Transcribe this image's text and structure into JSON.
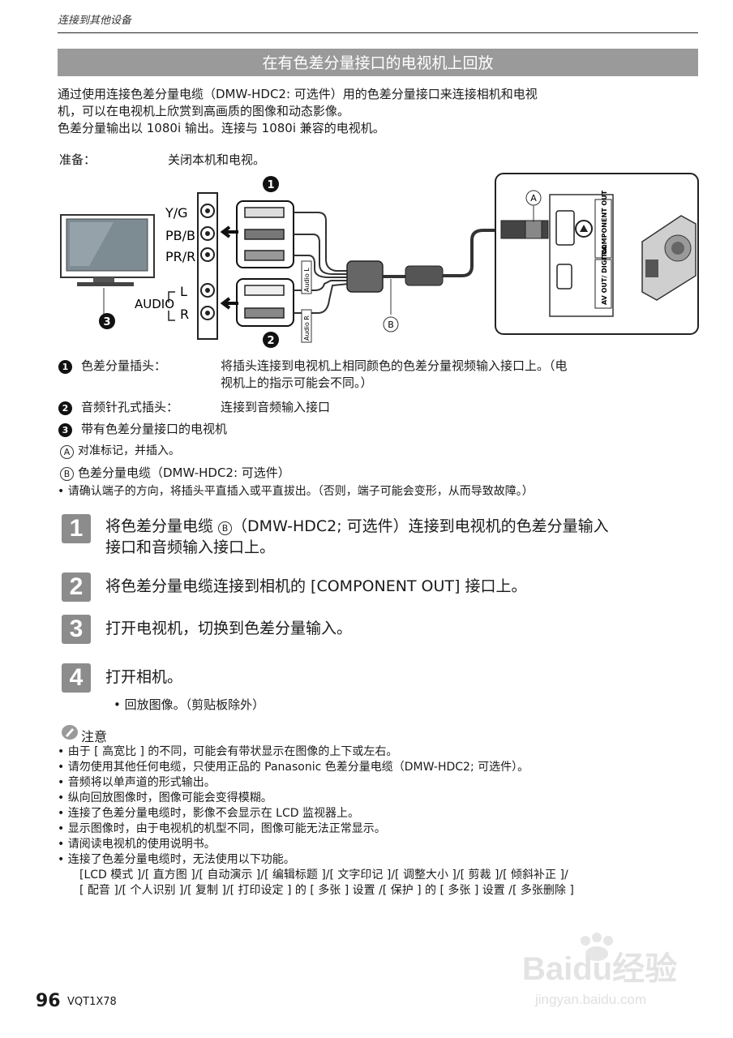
{
  "header": {
    "section": "连接到其他设备"
  },
  "banner": {
    "title": "在有色差分量接口的电视机上回放"
  },
  "intro": {
    "line1": "通过使用连接色差分量电缆（DMW-HDC2: 可选件）用的色差分量接口来连接相机和电视",
    "line2": "机，可以在电视机上欣赏到高画质的图像和动态影像。",
    "line3": "色差分量输出以 1080i 输出。连接与 1080i 兼容的电视机。"
  },
  "prep": {
    "label": "准备：",
    "text": "关闭本机和电视。"
  },
  "diagram": {
    "labels": {
      "yg": "Y/G",
      "pbb": "PB/B",
      "prr": "PR/R",
      "l": "L",
      "r": "R",
      "audio": "AUDIO",
      "audio_l": "Audio L",
      "audio_r": "Audio R",
      "component_out": "COMPONENT OUT",
      "av_out": "AV OUT/ DIGITAL",
      "n1": "1",
      "n2": "2",
      "n3": "3",
      "a": "A",
      "b": "B"
    }
  },
  "legend": {
    "item1": {
      "num": "1",
      "label": "色差分量插头：",
      "text1": "将插头连接到电视机上相同颜色的色差分量视频输入接口上。（电",
      "text2": "视机上的指示可能会不同。）"
    },
    "item2": {
      "num": "2",
      "label": "音频针孔式插头：",
      "text": "连接到音频输入接口"
    },
    "item3": {
      "num": "3",
      "text": "带有色差分量接口的电视机"
    },
    "itemA": {
      "letter": "A",
      "text": "对准标记，并插入。"
    },
    "itemB": {
      "letter": "B",
      "text": "色差分量电缆（DMW-HDC2: 可选件）"
    },
    "note": "• 请确认端子的方向，将插头平直插入或平直拔出。（否则，端子可能会变形，从而导致故障。）"
  },
  "steps": [
    {
      "num": "1",
      "line1_a": "将色差分量电缆 ",
      "line1_circ": "B",
      "line1_b": "（DMW-HDC2; 可选件）连接到电视机的色差分量输入",
      "line2": "接口和音频输入接口上。"
    },
    {
      "num": "2",
      "text": "将色差分量电缆连接到相机的 [COMPONENT OUT] 接口上。"
    },
    {
      "num": "3",
      "text": "打开电视机，切换到色差分量输入。"
    },
    {
      "num": "4",
      "text": "打开相机。",
      "sub": "• 回放图像。（剪贴板除外）"
    }
  ],
  "notes": {
    "title": "注意",
    "items": [
      "• 由于 [ 高宽比 ] 的不同，可能会有带状显示在图像的上下或左右。",
      "• 请勿使用其他任何电缆，只使用正品的 Panasonic 色差分量电缆（DMW-HDC2; 可选件）。",
      "• 音频将以单声道的形式输出。",
      "• 纵向回放图像时，图像可能会变得模糊。",
      "• 连接了色差分量电缆时，影像不会显示在 LCD 监视器上。",
      "• 显示图像时，由于电视机的机型不同，图像可能无法正常显示。",
      "• 请阅读电视机的使用说明书。",
      "• 连接了色差分量电缆时，无法使用以下功能。"
    ],
    "cont1": "[LCD 模式 ]/[ 直方图 ]/[ 自动演示 ]/[ 编辑标题 ]/[ 文字印记 ]/[ 调整大小 ]/[ 剪裁 ]/[ 倾斜补正 ]/",
    "cont2": "[ 配音 ]/[ 个人识别 ]/[ 复制 ]/[ 打印设定 ] 的 [ 多张 ] 设置 /[ 保护 ] 的 [ 多张 ] 设置 /[ 多张删除 ]"
  },
  "footer": {
    "page": "96",
    "code": "VQT1X78"
  },
  "watermark": {
    "brand": "Baidu经验",
    "url": "jingyan.baidu.com"
  }
}
